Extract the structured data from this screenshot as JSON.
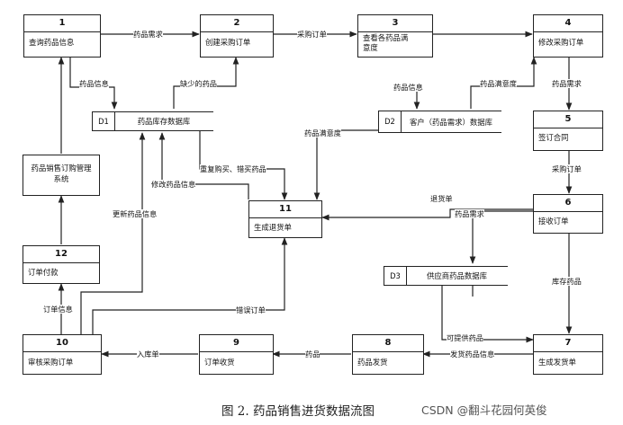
{
  "processes": {
    "p1": {
      "number": "1",
      "label": "查询药品信息"
    },
    "p2": {
      "number": "2",
      "label": "创建采购订单"
    },
    "p3": {
      "number": "3",
      "label": "查看各药品满意度"
    },
    "p4": {
      "number": "4",
      "label": "修改采购订单"
    },
    "p5": {
      "number": "5",
      "label": "签订合同"
    },
    "p6": {
      "number": "6",
      "label": "接收订单"
    },
    "p7": {
      "number": "7",
      "label": "生成发货单"
    },
    "p8": {
      "number": "8",
      "label": "药品发货"
    },
    "p9": {
      "number": "9",
      "label": "订单收货"
    },
    "p10": {
      "number": "10",
      "label": "审核采购订单"
    },
    "p11": {
      "number": "11",
      "label": "生成退货单"
    },
    "p12": {
      "number": "12",
      "label": "订单付款"
    },
    "system": {
      "label": "药品销售订购管理系统"
    }
  },
  "stores": {
    "d1": {
      "id": "D1",
      "name": "药品库存数据库"
    },
    "d2": {
      "id": "D2",
      "name": "客户（药品需求）数据库"
    },
    "d3": {
      "id": "D3",
      "name": "供应商药品数据库"
    }
  },
  "flows": {
    "f1_2_demand": "药品需求",
    "f2_3_order": "采购订单",
    "f1_d1_info": "药品信息",
    "f_missing": "缺少的药品",
    "f_d2_info": "药品信息",
    "f_satisfaction": "药品满意度",
    "f4_5_demand": "药品需求",
    "f_d2_11_satisfaction": "药品满意度",
    "f_wrong_buy": "重复购买、错买药品",
    "f_modify_info": "修改药品信息",
    "f_update_info": "更新药品信息",
    "f_return": "退货单",
    "f5_6_order": "采购订单",
    "f6_d3_demand": "药品需求",
    "f6_7_stock": "库存药品",
    "f_d3_available": "可提供药品",
    "f7_8_shipinfo": "发货药品信息",
    "f8_9_drug": "药品",
    "f9_10_inbound": "入库单",
    "f10_12_orderinfo": "订单信息",
    "f10_11_error": "错误订单"
  },
  "caption": "图 2. 药品销售进货数据流图",
  "watermark": "CSDN @翻斗花园何英俊"
}
